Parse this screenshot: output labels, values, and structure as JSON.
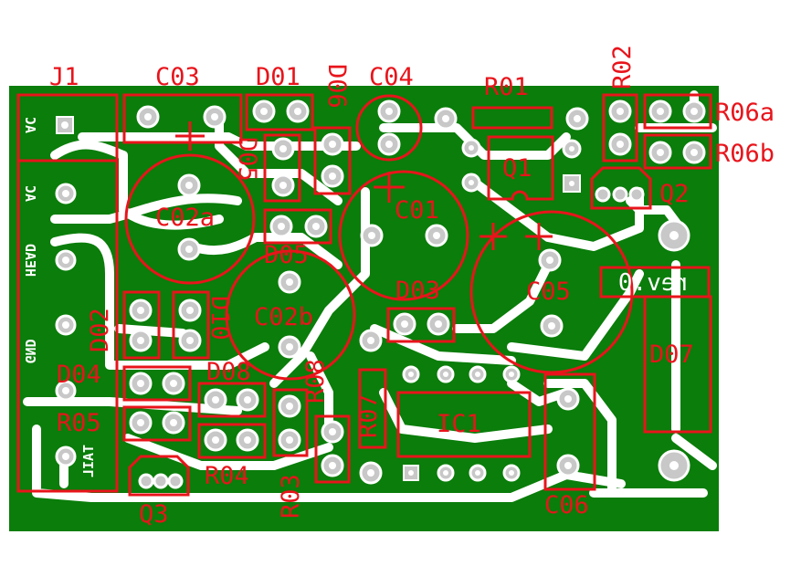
{
  "board": {
    "copper_color": "#0a7d0a",
    "silk_color": "#e8141b",
    "revision": "rev.0"
  },
  "terminals": {
    "ac1": "AC",
    "ac2": "AC",
    "head": "HEAD",
    "gnd": "GND",
    "tail": "TAIL"
  },
  "components": {
    "j1": "J1",
    "c03": "C03",
    "d01": "D01",
    "d06": "D06",
    "c04": "C04",
    "r01": "R01",
    "r02": "R02",
    "r06a": "R06a",
    "r06b": "R06b",
    "d05_upper": "D05",
    "c02a": "C02a",
    "d05_lower": "D05",
    "c01": "C01",
    "q1": "Q1",
    "q2": "Q2",
    "d02": "D02",
    "d10": "D10",
    "c02b": "C02b",
    "d03": "D03",
    "c05": "C05",
    "d04": "D04",
    "d08": "D08",
    "r08": "R08",
    "d07": "D07",
    "r07": "R07",
    "ic1": "IC1",
    "r05": "R05",
    "r04": "R04",
    "r03": "R03",
    "q3": "Q3",
    "c06": "C06"
  }
}
